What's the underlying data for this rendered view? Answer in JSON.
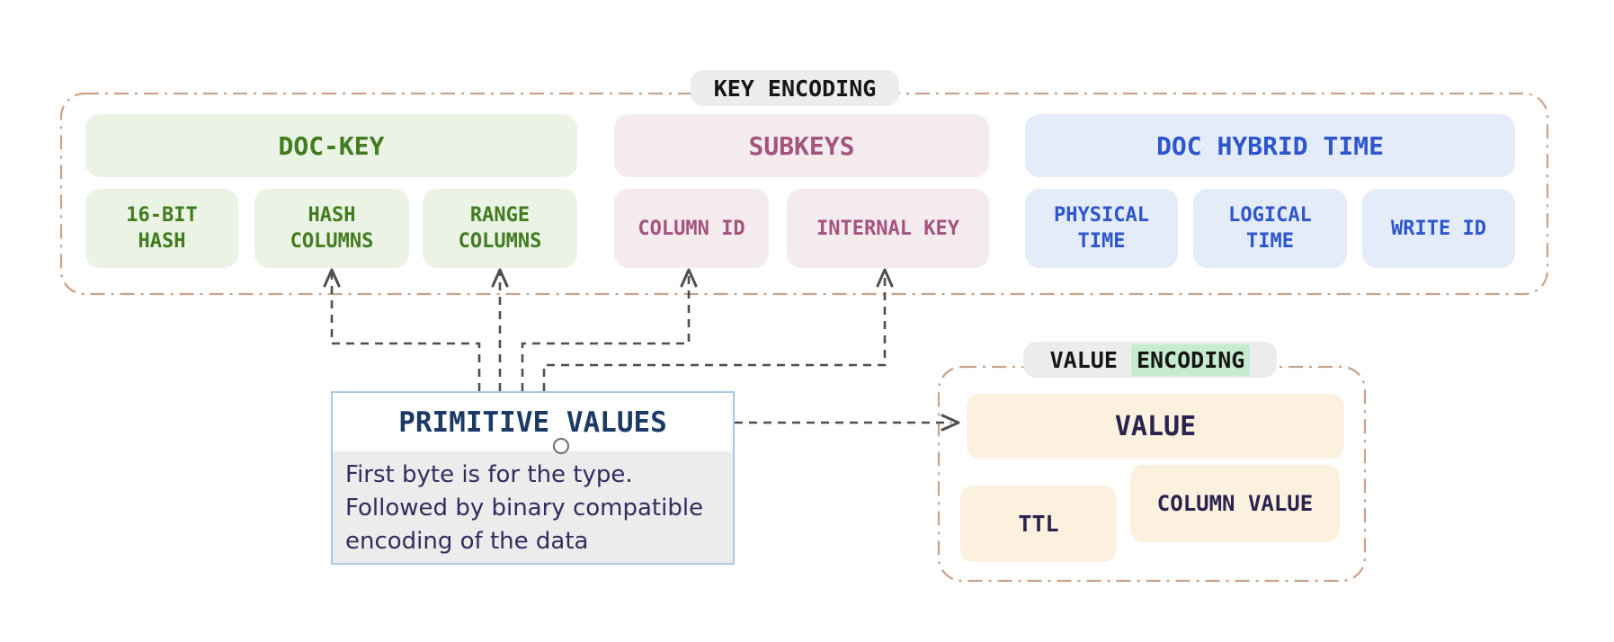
{
  "key_encoding": {
    "label": "KEY ENCODING",
    "doc_key": {
      "title": "DOC-KEY",
      "hash_16bit": "16-BIT\nHASH",
      "hash_columns": "HASH\nCOLUMNS",
      "range_columns": "RANGE\nCOLUMNS"
    },
    "subkeys": {
      "title": "SUBKEYS",
      "column_id": "COLUMN ID",
      "internal_key": "INTERNAL KEY"
    },
    "doc_hybrid_time": {
      "title": "DOC HYBRID TIME",
      "physical_time": "PHYSICAL\nTIME",
      "logical_time": "LOGICAL\nTIME",
      "write_id": "WRITE ID"
    }
  },
  "primitive_values": {
    "title": "PRIMITIVE VALUES",
    "description": "First byte is for the type.\nFollowed by binary compatible\nencoding of the data"
  },
  "value_encoding": {
    "label_value": "VALUE ",
    "label_encoding": "ENCODING",
    "value": "VALUE",
    "ttl": "TTL",
    "column_value": "COLUMN VALUE"
  },
  "colors": {
    "group_border_dashdot": "#c8a28b",
    "doc_key_text": "#417c1e",
    "doc_key_bg": "#eaf3e4",
    "subkeys_text": "#a4537c",
    "subkeys_bg": "#f4ebee",
    "hybrid_time_text": "#2d56cc",
    "hybrid_time_bg": "#e4ebf9",
    "value_bg": "#fbf1de",
    "value_text": "#2a2350",
    "pill_bg": "#ececec",
    "encoding_highlight": "#c7ebcf",
    "primitive_title_text": "#1c3a66",
    "primitive_border": "#adc6e4",
    "connector": "#4f4f4f"
  }
}
